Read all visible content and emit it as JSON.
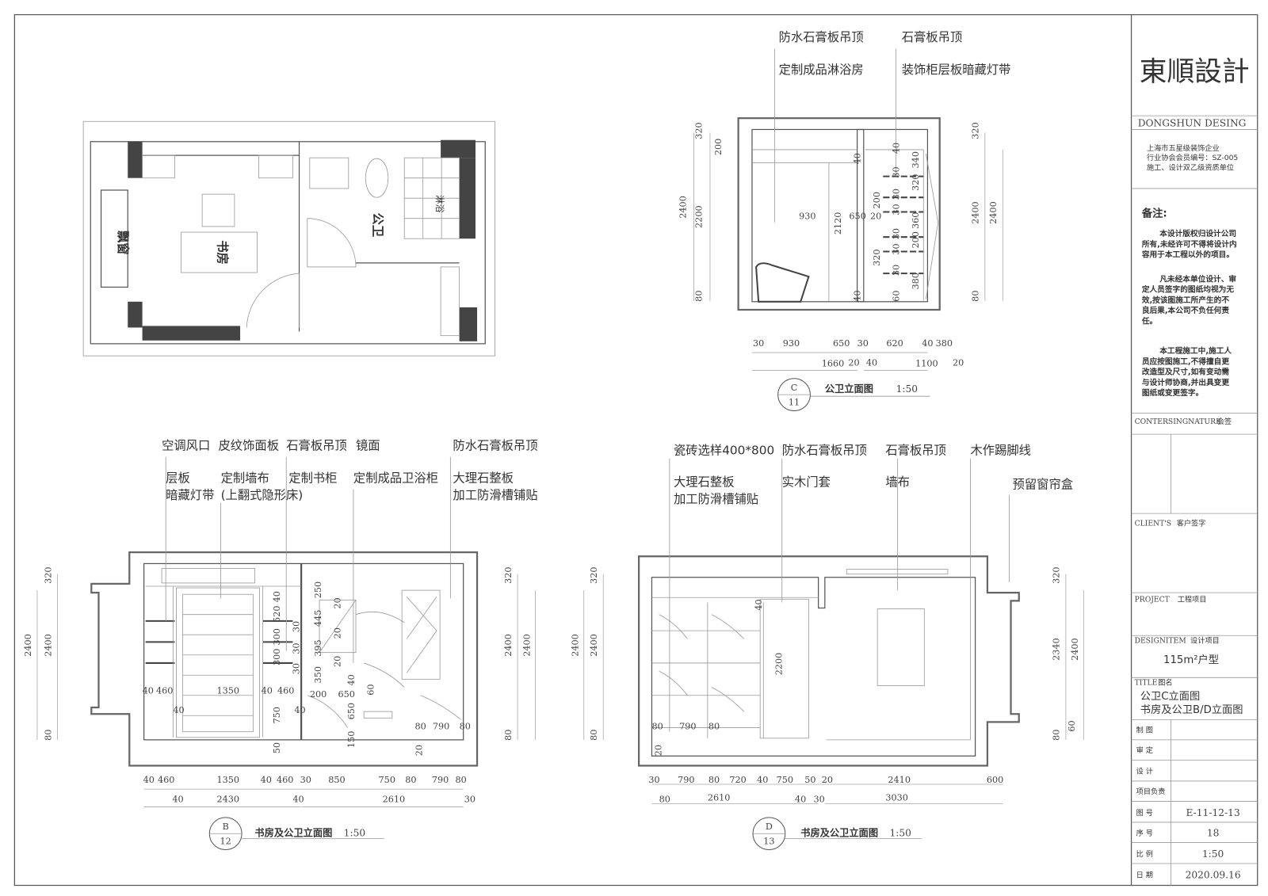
{
  "title_block": {
    "company_cn": "東順設計",
    "company_en": "DONGSHUN DESING",
    "info_lines": [
      "上海市五星级装饰企业",
      "行业协会会员编号：SZ-005",
      "施工、设计双乙级资质单位"
    ],
    "notes_title": "备注:",
    "notes": [
      [
        "本设计版权归设计公司",
        "所有,未经许可不得将设计内",
        "容用于本工程以外的项目。"
      ],
      [
        "凡未经本单位设计、审",
        "定人员签字的图纸均视为无",
        "效,按该图施工所产生的不",
        "良后果,本公司不负任何责",
        "任。"
      ],
      [
        "本工程施工中,施工人",
        "员应按图施工,不得擅自更",
        "改造型及尺寸,如有变动需",
        "与设计师协商,并出具变更",
        "图纸或变更签字。"
      ]
    ],
    "countersign_en": "CONTERSINGNATURE",
    "countersign_cn": "会签",
    "client_en": "CLIENT'S",
    "client_cn": "客户签字",
    "project_en": "PROJECT",
    "project_cn": "工程项目",
    "designitem_en": "DESIGNITEM",
    "designitem_cn": "设计项目",
    "designitem_value": "115m²户型",
    "title_en": "TITLE",
    "title_cn": "图名",
    "title_lines": [
      "公卫C立面图",
      "书房及公卫B/D立面图"
    ],
    "rows": [
      {
        "label": "制 图",
        "value": ""
      },
      {
        "label": "审 定",
        "value": ""
      },
      {
        "label": "设 计",
        "value": ""
      },
      {
        "label": "项目负责",
        "value": ""
      },
      {
        "label": "图 号",
        "value": "E-11-12-13"
      },
      {
        "label": "序 号",
        "value": "18"
      },
      {
        "label": "比 例",
        "value": "1:50"
      },
      {
        "label": "日 期",
        "value": "2020.09.16"
      }
    ]
  },
  "floor_plan": {
    "bay_window": "飘窗",
    "study": "书房",
    "bathroom": "公卫",
    "shower": "淋浴"
  },
  "elev_c": {
    "tag": "C",
    "sheet": "11",
    "caption": "公卫立面图",
    "scale": "1:50",
    "callouts": [
      "防水石膏板吊顶",
      "定制成品淋浴房",
      "石膏板吊顶",
      "装饰柜层板暗藏灯带"
    ],
    "dims": [
      "30",
      "930",
      "650",
      "20",
      "30",
      "40",
      "620",
      "40",
      "380",
      "20",
      "1660",
      "1100",
      "2400",
      "2200",
      "320",
      "200",
      "80",
      "320",
      "2400",
      "2400",
      "80",
      "930",
      "650",
      "20",
      "2120",
      "40",
      "40",
      "40",
      "340",
      "30",
      "320",
      "30",
      "200",
      "30",
      "360",
      "30",
      "200",
      "30",
      "320",
      "30",
      "380",
      "60"
    ]
  },
  "elev_b": {
    "tag": "B",
    "sheet": "12",
    "caption": "书房及公卫立面图",
    "scale": "1:50",
    "callouts": [
      "空调风口",
      "皮纹饰面板",
      "石膏板吊顶",
      "镜面",
      "防水石膏板吊顶",
      "层板",
      "暗藏灯带",
      "定制墙布",
      "(上翻式隐形床)",
      "定制书柜",
      "定制成品卫浴柜",
      "大理石整板",
      "加工防滑槽铺贴"
    ],
    "dims": [
      "40",
      "460",
      "40",
      "1350",
      "40",
      "460",
      "40",
      "30",
      "850",
      "750",
      "80",
      "790",
      "80",
      "30",
      "2430",
      "2610",
      "2400",
      "2400",
      "320",
      "80",
      "320",
      "2400",
      "2400",
      "80",
      "40",
      "460",
      "40",
      "1350",
      "40",
      "460",
      "40",
      "200",
      "650",
      "80",
      "790",
      "80",
      "40",
      "520",
      "30",
      "300",
      "30",
      "300",
      "30",
      "750",
      "50",
      "250",
      "20",
      "445",
      "20",
      "395",
      "20",
      "350",
      "60",
      "40",
      "650",
      "150",
      "20"
    ]
  },
  "elev_d": {
    "tag": "D",
    "sheet": "13",
    "caption": "书房及公卫立面图",
    "scale": "1:50",
    "callouts": [
      "瓷砖选样400*800",
      "大理石整板",
      "加工防滑槽铺贴",
      "防水石膏板吊顶",
      "实木门套",
      "石膏板吊顶",
      "墙布",
      "木作踢脚线",
      "预留窗帘盒"
    ],
    "dims": [
      "30",
      "80",
      "790",
      "80",
      "720",
      "40",
      "750",
      "40",
      "50",
      "30",
      "20",
      "2410",
      "600",
      "2610",
      "3030",
      "2400",
      "2400",
      "320",
      "80",
      "320",
      "2340",
      "2400",
      "80",
      "60",
      "2200",
      "40",
      "80",
      "790",
      "80",
      "20"
    ]
  }
}
